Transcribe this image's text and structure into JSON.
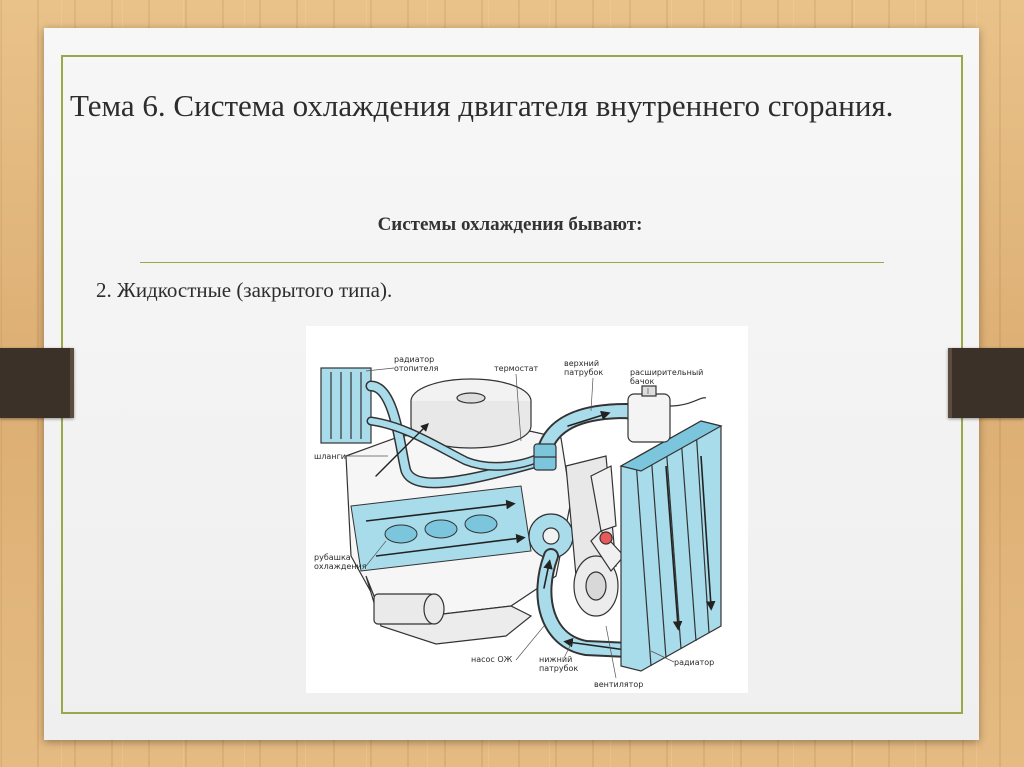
{
  "slide": {
    "title": "Тема 6. Система охлаждения двигателя внутреннего сгорания.",
    "subtitle": "Системы охлаждения бывают:",
    "item": "2. Жидкостные (закрытого типа)."
  },
  "diagram": {
    "labels": {
      "heater_radiator": [
        "радиатор",
        "отопителя"
      ],
      "thermostat": "термостат",
      "upper_hose": [
        "верхний",
        "патрубок"
      ],
      "expansion_tank": [
        "расширительный",
        "бачок"
      ],
      "hoses": "шланги",
      "cooling_jacket": [
        "рубашка",
        "охлаждения"
      ],
      "coolant_pump": "насос ОЖ",
      "lower_hose": [
        "нижний",
        "патрубок"
      ],
      "fan": "вентилятор",
      "radiator": "радиатор"
    }
  },
  "colors": {
    "frame": "#9aa84a",
    "coolant": "#a8dceb",
    "coolant_dark": "#5fb4cf",
    "outline": "#222222"
  }
}
